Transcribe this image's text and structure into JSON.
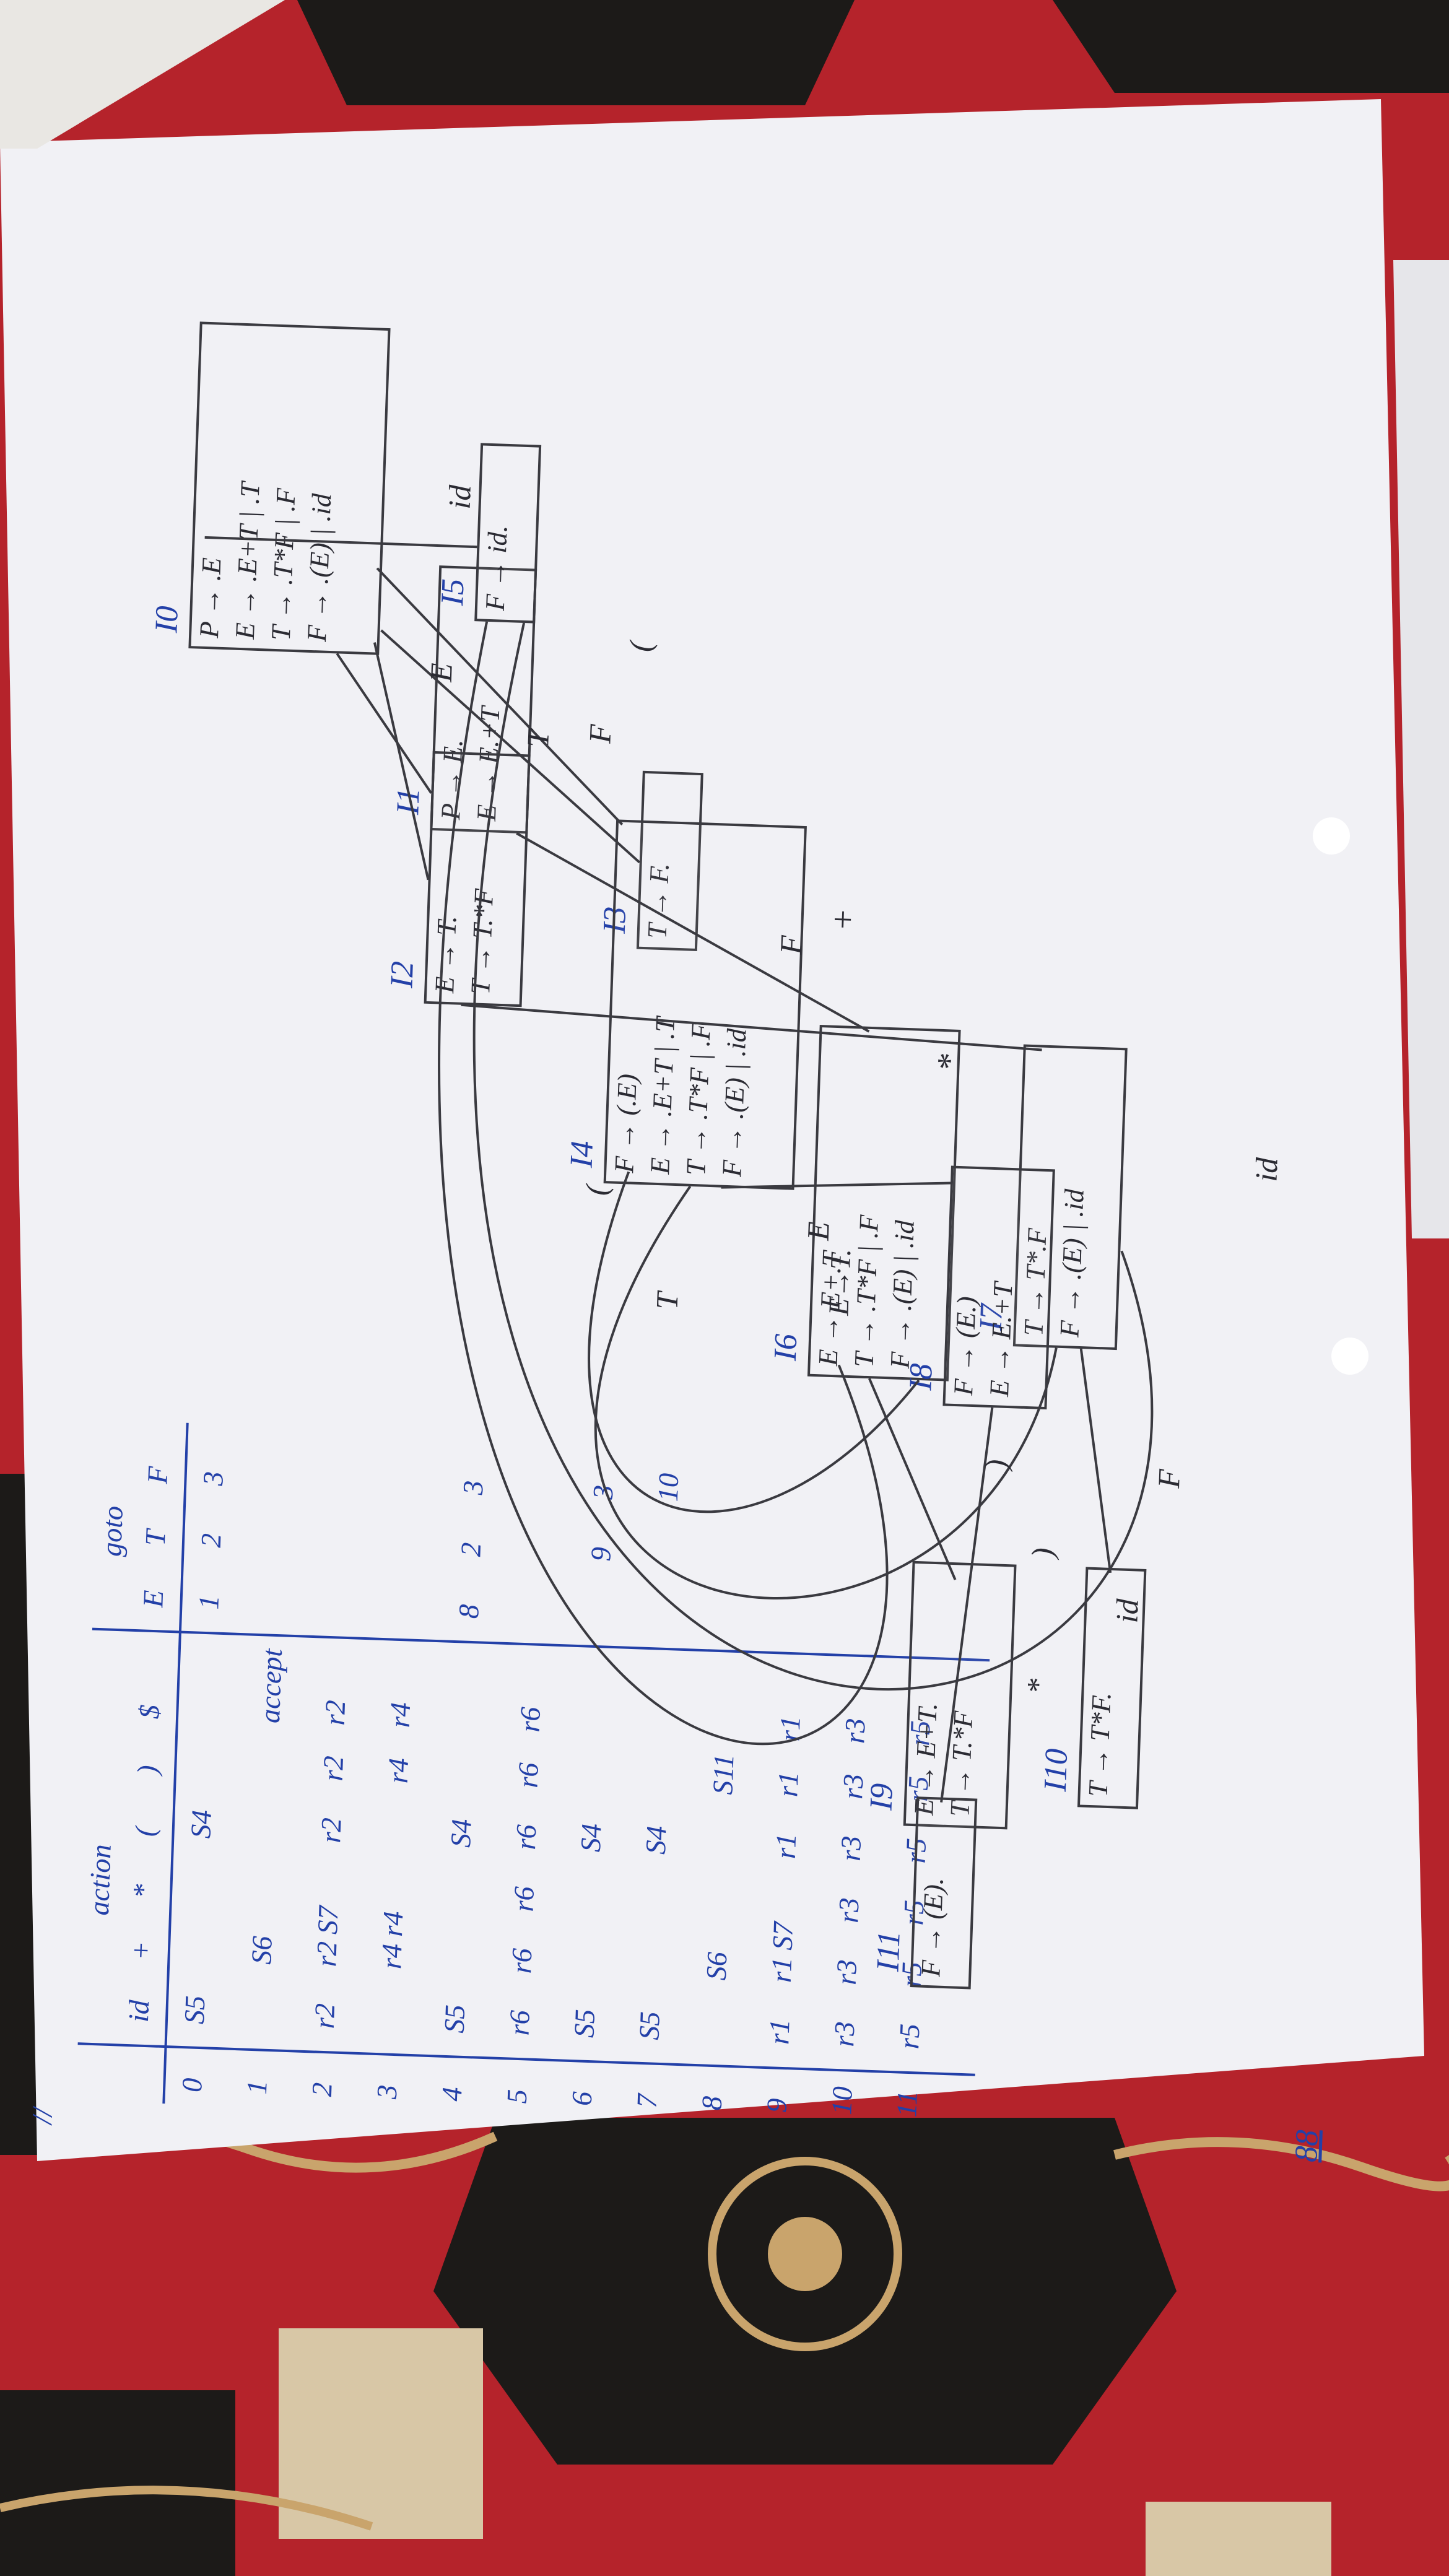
{
  "colors": {
    "background": "#b5232b",
    "paper": "#f1f1f5",
    "ink_blue": "#2340a8",
    "ink_black": "#2b2b33",
    "rug_dark": "#1c1a18",
    "rug_gold": "#c9a46c"
  },
  "header_marks": {
    "corner": "//"
  },
  "table": {
    "heading": "action",
    "goto_label": "goto",
    "columns": [
      "id",
      "+",
      "*",
      "(",
      ")",
      "$",
      "E",
      "T",
      "F"
    ],
    "rows": [
      {
        "state": "0",
        "cells": [
          "S5",
          "",
          "",
          "S4",
          "",
          "",
          "1",
          "2",
          "3"
        ]
      },
      {
        "state": "1",
        "cells": [
          "",
          "S6",
          "",
          "",
          "",
          "accept",
          "",
          "",
          ""
        ]
      },
      {
        "state": "2",
        "cells": [
          "r2",
          "r2 S7",
          "",
          "r2",
          "r2",
          "r2",
          "",
          "",
          ""
        ]
      },
      {
        "state": "3",
        "cells": [
          "",
          "r4 r4",
          "",
          "",
          "r4",
          "r4",
          "",
          "",
          ""
        ]
      },
      {
        "state": "4",
        "cells": [
          "S5",
          "",
          "",
          "S4",
          "",
          "",
          "8",
          "2",
          "3"
        ]
      },
      {
        "state": "5",
        "cells": [
          "r6",
          "r6",
          "r6",
          "r6",
          "r6",
          "r6",
          "",
          "",
          ""
        ]
      },
      {
        "state": "6",
        "cells": [
          "S5",
          "",
          "",
          "S4",
          "",
          "",
          "",
          "9",
          "3"
        ]
      },
      {
        "state": "7",
        "cells": [
          "S5",
          "",
          "",
          "S4",
          "",
          "",
          "",
          "",
          "10"
        ]
      },
      {
        "state": "8",
        "cells": [
          "",
          "S6",
          "",
          "",
          "S11",
          "",
          "",
          "",
          ""
        ]
      },
      {
        "state": "9",
        "cells": [
          "r1",
          "r1 S7",
          "",
          "r1",
          "r1",
          "r1",
          "",
          "",
          ""
        ]
      },
      {
        "state": "10",
        "cells": [
          "r3",
          "r3",
          "r3",
          "r3",
          "r3",
          "r3",
          "",
          "",
          ""
        ]
      },
      {
        "state": "11",
        "cells": [
          "r5",
          "r5",
          "r5",
          "r5",
          "r5",
          "r5",
          "",
          "",
          ""
        ]
      }
    ]
  },
  "states": [
    {
      "label": "I0",
      "lines": [
        "P → .E",
        "E → .E+T | .T",
        "T → .T*F | .F",
        "F → .(E) | .id"
      ]
    },
    {
      "label": "I1",
      "lines": [
        "P → E.",
        "E → E.+T"
      ]
    },
    {
      "label": "I2",
      "lines": [
        "E → T.",
        "T → T.*F"
      ]
    },
    {
      "label": "I3",
      "lines": [
        "T → F."
      ]
    },
    {
      "label": "I4",
      "lines": [
        "F → (.E)",
        "E → .E+T | .T",
        "T → .T*F | .F",
        "F → .(E) | .id"
      ]
    },
    {
      "label": "I5",
      "lines": [
        "F → id."
      ]
    },
    {
      "label": "I6",
      "lines": [
        "E → E+.T",
        "T → .T*F | .F",
        "F → .(E) | .id"
      ]
    },
    {
      "label": "I7",
      "lines": [
        "T → T*.F",
        "F → .(E) | .id"
      ]
    },
    {
      "label": "I8",
      "lines": [
        "F → (E.)",
        "E → E.+T"
      ]
    },
    {
      "label": "I9",
      "lines": [
        "E → E+T.",
        "T → T.*F"
      ]
    },
    {
      "label": "I10",
      "lines": [
        "T → T*F."
      ]
    },
    {
      "label": "I11",
      "lines": [
        "F → (E)."
      ]
    }
  ],
  "edge_labels": [
    "E",
    "T",
    "F",
    "(",
    "id",
    "+",
    "*",
    ")",
    "E",
    "T",
    "F",
    "(",
    "id",
    "*",
    "F",
    "id",
    ")",
    "E→T."
  ],
  "page_number": "88"
}
